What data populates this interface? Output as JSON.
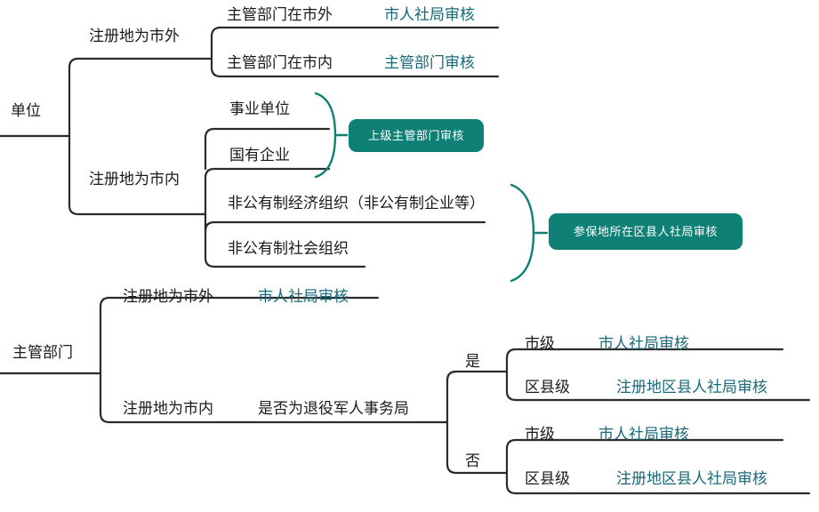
{
  "diagram": {
    "type": "tree-mindmap",
    "title": "单位与主管部门审核流程图",
    "colors": {
      "line": "#2b2b2b",
      "bracket": "#0f8075",
      "pill_bg": "#0f8075",
      "pill_text": "#ffffff",
      "text_dark": "#1a1a1a",
      "text_teal": "#17697a",
      "background": "#ffffff"
    },
    "roots": [
      {
        "id": "root-danwei",
        "label": "单位"
      },
      {
        "id": "root-zhuguan",
        "label": "主管部门"
      }
    ],
    "labels": {
      "unit_root": "单位",
      "unit_reg_outside": "注册地为市外",
      "unit_reg_inside": "注册地为市内",
      "dept_outside_city": "主管部门在市外",
      "dept_outside_city_result": "市人社局审核",
      "dept_inside_city": "主管部门在市内",
      "dept_inside_city_result": "主管部门审核",
      "shiye_danwei": "事业单位",
      "guoyou_qiye": "国有企业",
      "feigong_jingji": "非公有制经济组织（非公有制企业等）",
      "feigong_shehui": "非公有制社会组织",
      "pill_shangji": "上级主管部门审核",
      "pill_canbao": "参保地所在区县人社局审核",
      "dept_root": "主管部门",
      "dept_reg_outside": "注册地为市外",
      "dept_reg_outside_result": "市人社局审核",
      "dept_reg_inside": "注册地为市内",
      "dept_is_veteran": "是否为退役军人事务局",
      "yes": "是",
      "no": "否",
      "shiji_1": "市级",
      "shiji_1_result": "市人社局审核",
      "quxian_1": "区县级",
      "quxian_1_result": "注册地区县人社局审核",
      "shiji_2": "市级",
      "shiji_2_result": "市人社局审核",
      "quxian_2": "区县级",
      "quxian_2_result": "注册地区县人社局审核"
    },
    "branches": [
      {
        "root": "单位",
        "children": [
          {
            "label": "注册地为市外",
            "children": [
              {
                "label": "主管部门在市外",
                "result": "市人社局审核"
              },
              {
                "label": "主管部门在市内",
                "result": "主管部门审核"
              }
            ]
          },
          {
            "label": "注册地为市内",
            "groups": [
              {
                "items": [
                  "事业单位",
                  "国有企业"
                ],
                "result_pill": "上级主管部门审核"
              },
              {
                "items": [
                  "非公有制经济组织（非公有制企业等）",
                  "非公有制社会组织"
                ],
                "result_pill": "参保地所在区县人社局审核"
              }
            ]
          }
        ]
      },
      {
        "root": "主管部门",
        "children": [
          {
            "label": "注册地为市外",
            "result": "市人社局审核"
          },
          {
            "label": "注册地为市内",
            "question": "是否为退役军人事务局",
            "children": [
              {
                "label": "是",
                "children": [
                  {
                    "label": "市级",
                    "result": "市人社局审核"
                  },
                  {
                    "label": "区县级",
                    "result": "注册地区县人社局审核"
                  }
                ]
              },
              {
                "label": "否",
                "children": [
                  {
                    "label": "市级",
                    "result": "市人社局审核"
                  },
                  {
                    "label": "区县级",
                    "result": "注册地区县人社局审核"
                  }
                ]
              }
            ]
          }
        ]
      }
    ]
  }
}
